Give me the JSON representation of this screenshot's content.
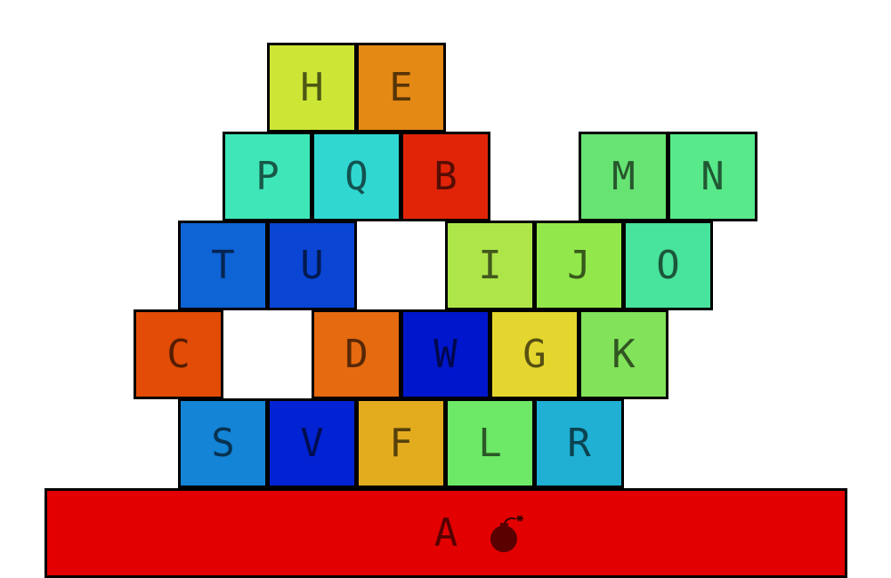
{
  "base": {
    "label": "A",
    "color": "#e30000",
    "has_bomb": true
  },
  "bomb_icon": "bomb-icon",
  "blocks": [
    {
      "label": "H",
      "row": 0,
      "col": 3,
      "color": "#cde636"
    },
    {
      "label": "E",
      "row": 0,
      "col": 4,
      "color": "#e48914"
    },
    {
      "label": "P",
      "row": 1,
      "col": 2.5,
      "color": "#3ee6b8"
    },
    {
      "label": "Q",
      "row": 1,
      "col": 3.5,
      "color": "#30d7d1"
    },
    {
      "label": "B",
      "row": 1,
      "col": 4.5,
      "color": "#e12408"
    },
    {
      "label": "M",
      "row": 1,
      "col": 6.5,
      "color": "#66e373"
    },
    {
      "label": "N",
      "row": 1,
      "col": 7.5,
      "color": "#57e98a"
    },
    {
      "label": "T",
      "row": 2,
      "col": 2,
      "color": "#0e63d5"
    },
    {
      "label": "U",
      "row": 2,
      "col": 3,
      "color": "#0a45d3"
    },
    {
      "label": "I",
      "row": 2,
      "col": 5,
      "color": "#aee64a"
    },
    {
      "label": "J",
      "row": 2,
      "col": 6,
      "color": "#92e84b"
    },
    {
      "label": "O",
      "row": 2,
      "col": 7,
      "color": "#48e39c"
    },
    {
      "label": "C",
      "row": 3,
      "col": 1.5,
      "color": "#e24c07"
    },
    {
      "label": "D",
      "row": 3,
      "col": 3.5,
      "color": "#e66a10"
    },
    {
      "label": "W",
      "row": 3,
      "col": 4.5,
      "color": "#0016cc"
    },
    {
      "label": "G",
      "row": 3,
      "col": 5.5,
      "color": "#e4d62f"
    },
    {
      "label": "K",
      "row": 3,
      "col": 6.5,
      "color": "#82e35a"
    },
    {
      "label": "S",
      "row": 4,
      "col": 2,
      "color": "#1484d6"
    },
    {
      "label": "V",
      "row": 4,
      "col": 3,
      "color": "#0223d4"
    },
    {
      "label": "F",
      "row": 4,
      "col": 4,
      "color": "#e3ac1f"
    },
    {
      "label": "L",
      "row": 4,
      "col": 5,
      "color": "#6ee867"
    },
    {
      "label": "R",
      "row": 4,
      "col": 6,
      "color": "#1fb0d3"
    }
  ]
}
